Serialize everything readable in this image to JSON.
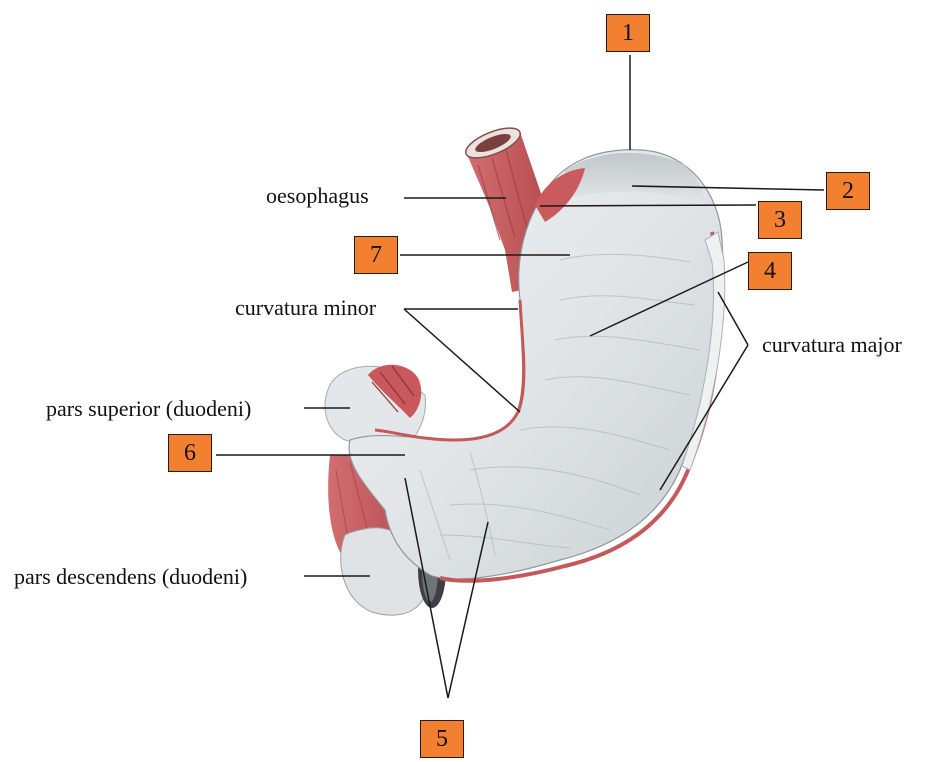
{
  "colors": {
    "box_fill": "#f28030",
    "muscle": "#c4585a",
    "tissue": "#e2e6e8",
    "leader": "#1a1a1a"
  },
  "labels": {
    "oesophagus": "oesophagus",
    "curvatura_minor": "curvatura minor",
    "curvatura_major": "curvatura major",
    "pars_superior": "pars superior (duodeni)",
    "pars_descendens": "pars descendens (duodeni)"
  },
  "markers": {
    "m1": "1",
    "m2": "2",
    "m3": "3",
    "m4": "4",
    "m5": "5",
    "m6": "6",
    "m7": "7"
  }
}
